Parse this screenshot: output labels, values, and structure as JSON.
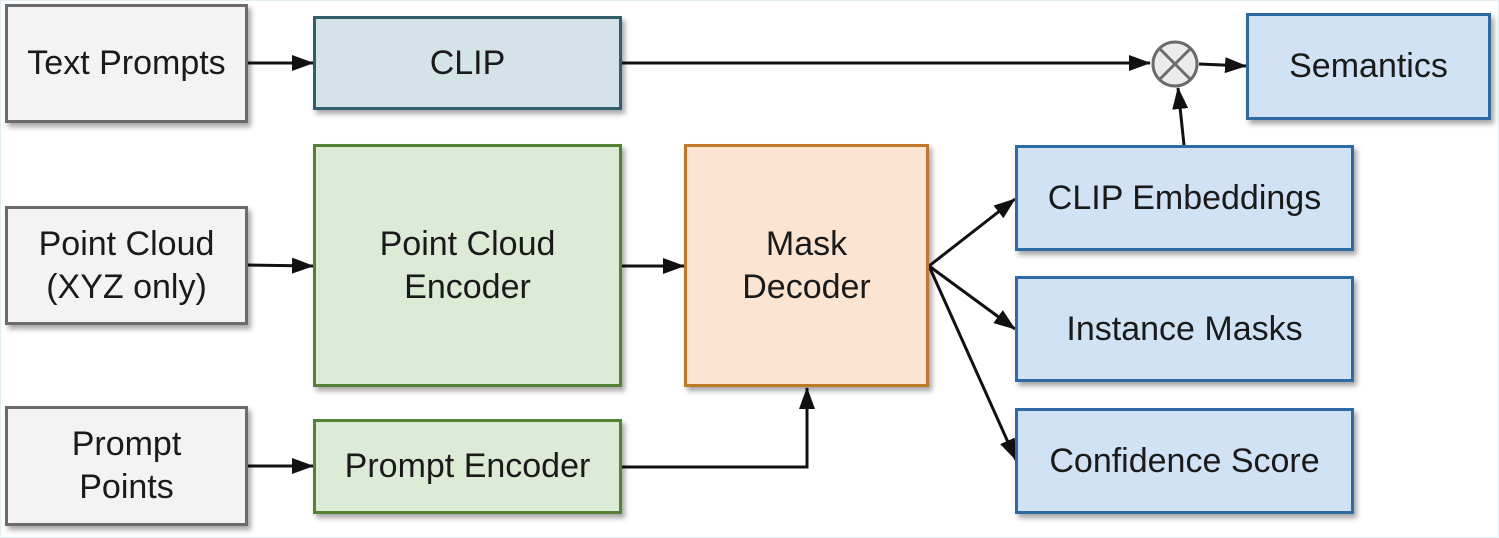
{
  "diagram": {
    "inputs": {
      "text_prompts": "Text Prompts",
      "point_cloud": "Point Cloud\n(XYZ only)",
      "prompt_points": "Prompt\nPoints"
    },
    "modules": {
      "clip": "CLIP",
      "point_cloud_encoder": "Point Cloud\nEncoder",
      "prompt_encoder": "Prompt Encoder",
      "mask_decoder": "Mask\nDecoder"
    },
    "outputs": {
      "clip_embeddings": "CLIP Embeddings",
      "instance_masks": "Instance Masks",
      "confidence_score": "Confidence Score",
      "semantics": "Semantics"
    },
    "operator": "multiply-icon",
    "edges": [
      [
        "Text Prompts",
        "CLIP"
      ],
      [
        "CLIP",
        "multiply"
      ],
      [
        "CLIP Embeddings",
        "multiply"
      ],
      [
        "multiply",
        "Semantics"
      ],
      [
        "Point Cloud (XYZ only)",
        "Point Cloud Encoder"
      ],
      [
        "Point Cloud Encoder",
        "Mask Decoder"
      ],
      [
        "Prompt Points",
        "Prompt Encoder"
      ],
      [
        "Prompt Encoder",
        "Mask Decoder"
      ],
      [
        "Mask Decoder",
        "CLIP Embeddings"
      ],
      [
        "Mask Decoder",
        "Instance Masks"
      ],
      [
        "Mask Decoder",
        "Confidence Score"
      ]
    ],
    "colors": {
      "input_fill": "#f3f3f3",
      "clip_fill": "#d4e3e8",
      "encoder_fill": "#dcebd6",
      "decoder_fill": "#fbe4d2",
      "output_fill": "#d0e2f3"
    }
  }
}
